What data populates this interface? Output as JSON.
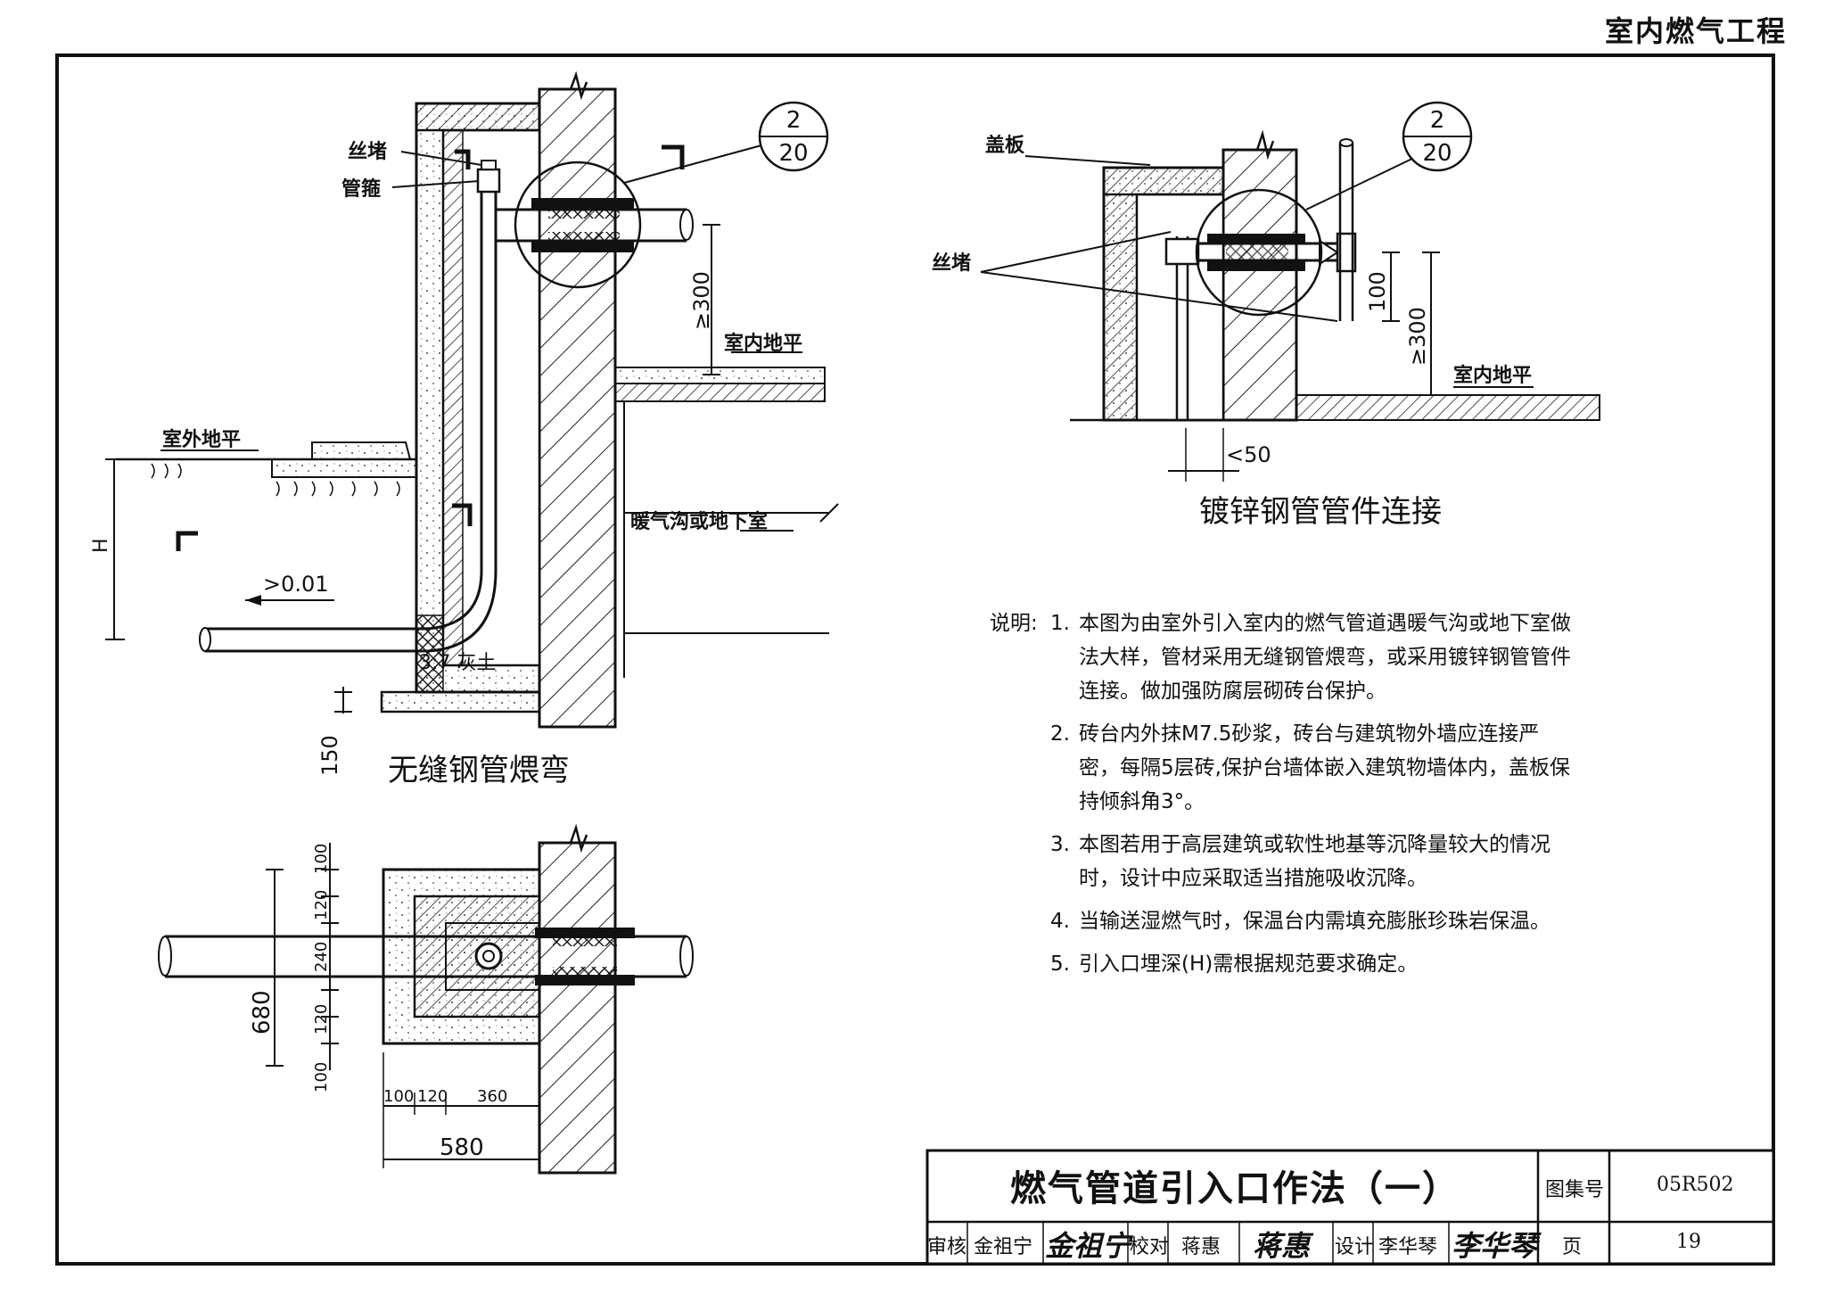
{
  "header": {
    "category": "室内燃气工程"
  },
  "drawing_left": {
    "caption": "无缝钢管煨弯",
    "labels": {
      "plug": "丝堵",
      "clamp": "管箍",
      "outdoor_ground": "室外地平",
      "indoor_ground": "室内地平",
      "trench": "暖气沟或地下室",
      "slope": ">0.01",
      "fill": "3:7 灰土",
      "depth": "H",
      "dim_300": "≥300",
      "dim_150": "150"
    },
    "detail_ref": {
      "top": "2",
      "bottom": "20"
    }
  },
  "drawing_right": {
    "caption": "镀锌钢管管件连接",
    "labels": {
      "cover": "盖板",
      "plug": "丝堵",
      "indoor_ground": "室内地平",
      "dim_100": "100",
      "dim_300": "≥300",
      "dim_50": "<50"
    },
    "detail_ref": {
      "top": "2",
      "bottom": "20"
    }
  },
  "plan_view": {
    "dims_vertical": [
      "100",
      "120",
      "240",
      "120",
      "100"
    ],
    "dim_total_vertical": "680",
    "dims_horizontal": [
      "100",
      "120",
      "360"
    ],
    "dim_total_horizontal": "580"
  },
  "notes": {
    "label": "说明:",
    "items": [
      {
        "num": "1.",
        "text": "本图为由室外引入室内的燃气管道遇暖气沟或地下室做法大样，管材采用无缝钢管煨弯，或采用镀锌钢管管件连接。做加强防腐层砌砖台保护。"
      },
      {
        "num": "2.",
        "text": "砖台内外抹M7.5砂浆，砖台与建筑物外墙应连接严密，每隔5层砖,保护台墙体嵌入建筑物墙体内，盖板保持倾斜角3°。"
      },
      {
        "num": "3.",
        "text": "本图若用于高层建筑或软性地基等沉降量较大的情况时，设计中应采取适当措施吸收沉降。"
      },
      {
        "num": "4.",
        "text": "当输送湿燃气时，保温台内需填充膨胀珍珠岩保温。"
      },
      {
        "num": "5.",
        "text": "引入口埋深(H)需根据规范要求确定。"
      }
    ]
  },
  "title_block": {
    "title": "燃气管道引入口作法（一）",
    "atlas_label": "图集号",
    "atlas_no": "05R502",
    "page_label": "页",
    "page_no": "19",
    "review_label": "审核",
    "reviewer": "金祖宁",
    "reviewer_sig": "金祖宁",
    "check_label": "校对",
    "checker": "蒋惠",
    "checker_sig": "蒋惠",
    "design_label": "设计",
    "designer": "李华琴",
    "designer_sig": "李华琴"
  }
}
